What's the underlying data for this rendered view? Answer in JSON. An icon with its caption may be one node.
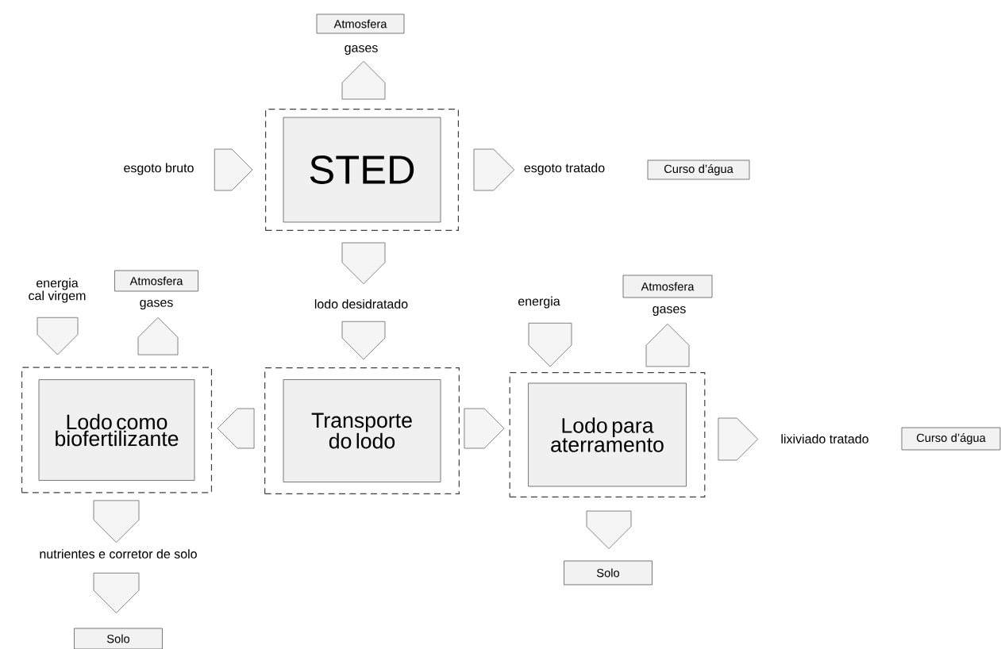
{
  "diagram": {
    "nodes": [
      {
        "text": [
          "Atmosfera"
        ]
      },
      {
        "text": [
          "gases"
        ]
      },
      {
        "text": [
          "esgoto bruto"
        ]
      },
      {
        "text": [],
        "shape": "box"
      },
      {
        "text": [
          "STED"
        ],
        "in": 3
      },
      {
        "text": [
          "esgoto tratado"
        ]
      },
      {
        "text": [
          "Curso d’água"
        ]
      },
      {
        "text": [
          "lodo desidratado"
        ]
      },
      {
        "text": [
          "energia cal virgem"
        ]
      },
      {
        "text": [
          "Atmosfera"
        ]
      },
      {
        "text": [
          "gases"
        ]
      },
      {
        "text": [
          "energia"
        ]
      },
      {
        "text": [
          "Atmosfera"
        ]
      },
      {
        "text": [
          "gases"
        ]
      },
      {
        "text": [],
        "shape": "box"
      },
      {
        "text": [
          "Lodo como biofertilizante"
        ],
        "in": 14
      },
      {
        "text": [],
        "shape": "box"
      },
      {
        "text": [
          "Transporte do lodo"
        ],
        "in": 16
      },
      {
        "text": [],
        "shape": "box"
      },
      {
        "text": [
          "Lodo para aterramento"
        ],
        "in": 18
      },
      {
        "text": [
          "lixiviado tratado"
        ]
      },
      {
        "text": [
          "Curso d’água"
        ]
      },
      {
        "text": [
          "nutrientes e corretor de solo"
        ]
      },
      {
        "text": [
          "Solo"
        ]
      },
      {
        "text": [
          "Solo"
        ]
      }
    ],
    "edges": [
      {
        "from": 2,
        "to": 3,
        "arrow": "to"
      },
      {
        "from": 3,
        "to": 1,
        "arrow": "to"
      },
      {
        "from": 3,
        "to": 5,
        "arrow": "to"
      },
      {
        "from": 3,
        "to": 7,
        "arrow": "to"
      },
      {
        "from": 7,
        "to": 16,
        "arrow": "to"
      },
      {
        "from": 16,
        "to": 14,
        "arrow": "to"
      },
      {
        "from": 16,
        "to": 18,
        "arrow": "to"
      },
      {
        "from": 8,
        "to": 14,
        "arrow": "to"
      },
      {
        "from": 14,
        "to": 10,
        "arrow": "to"
      },
      {
        "from": 11,
        "to": 18,
        "arrow": "to"
      },
      {
        "from": 18,
        "to": 13,
        "arrow": "to"
      },
      {
        "from": 18,
        "to": 20,
        "arrow": "to"
      },
      {
        "from": 14,
        "to": 22,
        "arrow": "to"
      },
      {
        "from": 22,
        "to": 24,
        "arrow": "to"
      },
      {
        "from": 18,
        "to": 23,
        "arrow": "to"
      }
    ]
  }
}
